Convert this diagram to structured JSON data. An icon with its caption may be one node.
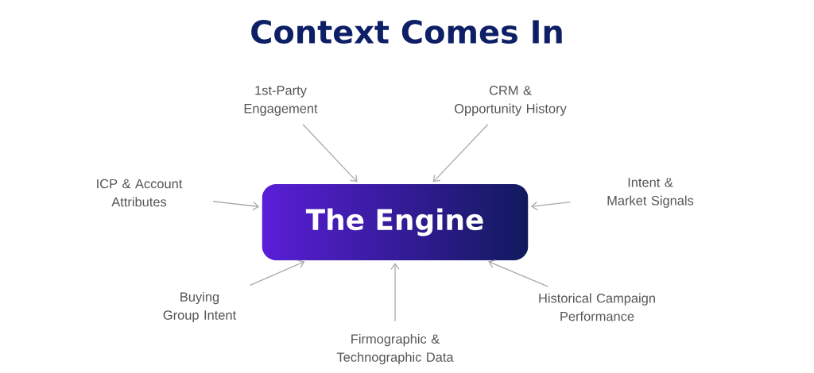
{
  "diagram": {
    "title": "Context Comes In",
    "nodes": [
      {
        "text": [
          "The Engine"
        ]
      },
      {
        "text": [
          "1st-Party Engagement"
        ]
      },
      {
        "text": [
          "CRM & Opportunity History"
        ]
      },
      {
        "text": [
          "ICP & Account Attributes"
        ]
      },
      {
        "text": [
          "Intent & Market Signals"
        ]
      },
      {
        "text": [
          "Buying Group Intent"
        ]
      },
      {
        "text": [
          "Historical Campaign Performance"
        ]
      },
      {
        "text": [
          "Firmographic & Technographic Data"
        ]
      }
    ],
    "edges": [
      {
        "from": 1,
        "to": 0,
        "arrow": "to"
      },
      {
        "from": 2,
        "to": 0,
        "arrow": "to"
      },
      {
        "from": 3,
        "to": 0,
        "arrow": "to"
      },
      {
        "from": 4,
        "to": 0,
        "arrow": "to"
      },
      {
        "from": 5,
        "to": 0,
        "arrow": "to"
      },
      {
        "from": 6,
        "to": 0,
        "arrow": "to"
      },
      {
        "from": 7,
        "to": 0,
        "arrow": "to"
      }
    ]
  }
}
